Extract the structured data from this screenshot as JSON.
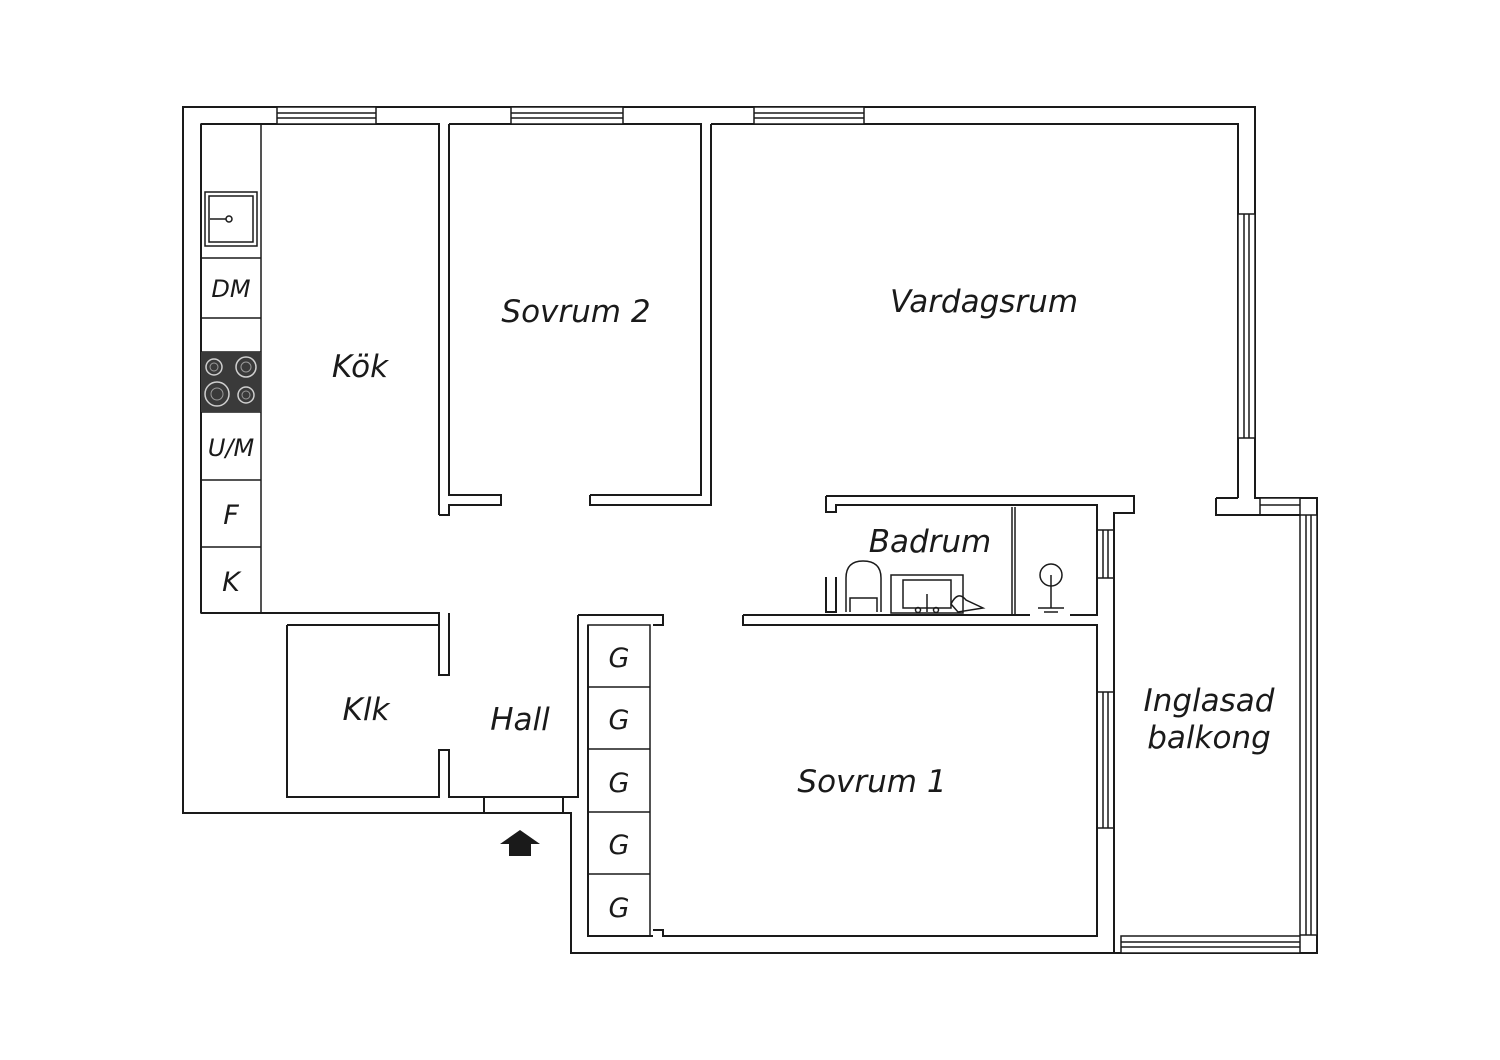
{
  "rooms": {
    "kok": "Kök",
    "sovrum2": "Sovrum 2",
    "vardagsrum": "Vardagsrum",
    "badrum": "Badrum",
    "klk": "Klk",
    "hall": "Hall",
    "sovrum1": "Sovrum 1",
    "balkong_line1": "Inglasad",
    "balkong_line2": "balkong"
  },
  "appliances": {
    "dm": "DM",
    "um": "U/M",
    "f": "F",
    "k": "K"
  },
  "closets": [
    "G",
    "G",
    "G",
    "G",
    "G"
  ],
  "icons": {
    "entrance": "entrance-arrow-icon",
    "sink": "sink-icon",
    "stove": "stove-icon",
    "toilet": "toilet-icon",
    "bath_sink": "washbasin-icon",
    "shower": "shower-icon"
  },
  "colors": {
    "line": "#1a1a1a",
    "stove": "#3a3a3a",
    "background": "#ffffff"
  }
}
